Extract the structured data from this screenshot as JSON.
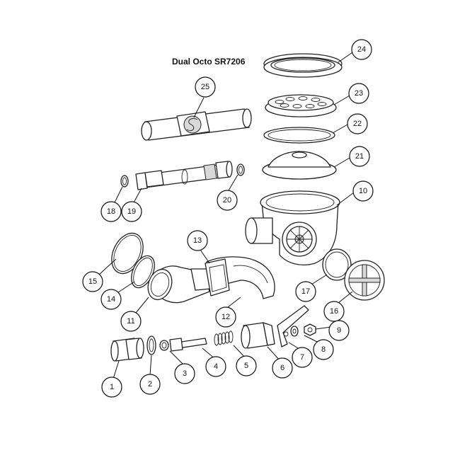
{
  "title": "Dual Octo SR7206",
  "callouts": [
    {
      "id": "24",
      "label": "24"
    },
    {
      "id": "23",
      "label": "23"
    },
    {
      "id": "22",
      "label": "22"
    },
    {
      "id": "21",
      "label": "21"
    },
    {
      "id": "10",
      "label": "10"
    },
    {
      "id": "25",
      "label": "25"
    },
    {
      "id": "20",
      "label": "20"
    },
    {
      "id": "18",
      "label": "18"
    },
    {
      "id": "19",
      "label": "19"
    },
    {
      "id": "13",
      "label": "13"
    },
    {
      "id": "15",
      "label": "15"
    },
    {
      "id": "14",
      "label": "14"
    },
    {
      "id": "11",
      "label": "11"
    },
    {
      "id": "12",
      "label": "12"
    },
    {
      "id": "17",
      "label": "17"
    },
    {
      "id": "16",
      "label": "16"
    },
    {
      "id": "9",
      "label": "9"
    },
    {
      "id": "8",
      "label": "8"
    },
    {
      "id": "7",
      "label": "7"
    },
    {
      "id": "6",
      "label": "6"
    },
    {
      "id": "5",
      "label": "5"
    },
    {
      "id": "4",
      "label": "4"
    },
    {
      "id": "3",
      "label": "3"
    },
    {
      "id": "2",
      "label": "2"
    },
    {
      "id": "1",
      "label": "1"
    }
  ]
}
